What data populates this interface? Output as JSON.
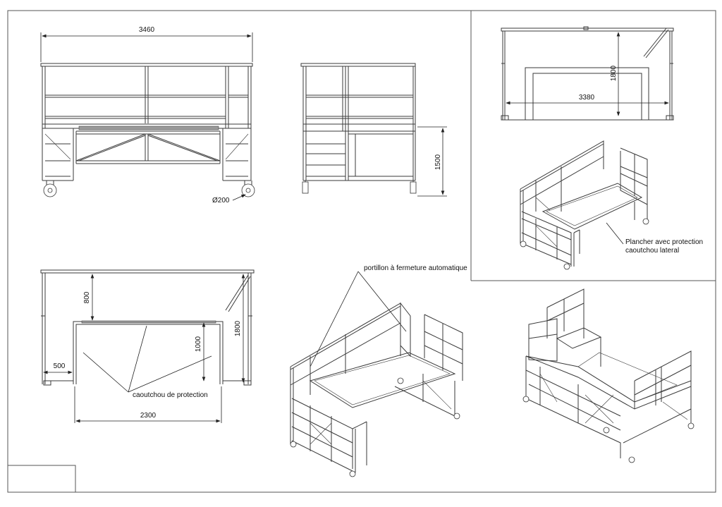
{
  "views": {
    "front": {
      "dim_width": "3460",
      "dim_wheel": "Ø200"
    },
    "side": {
      "dim_height": "1500"
    },
    "top_small": {
      "dim_height": "1800",
      "dim_width": "3380"
    },
    "plan": {
      "dim_800": "800",
      "dim_1800": "1800",
      "dim_1000": "1000",
      "dim_500": "500",
      "dim_2300": "2300"
    }
  },
  "annotations": {
    "caoutchou": "caoutchou de protection",
    "portillon": "portillon à fermeture automatique",
    "plancher_line1": "Plancher avec protection",
    "plancher_line2": "caoutchou lateral"
  }
}
